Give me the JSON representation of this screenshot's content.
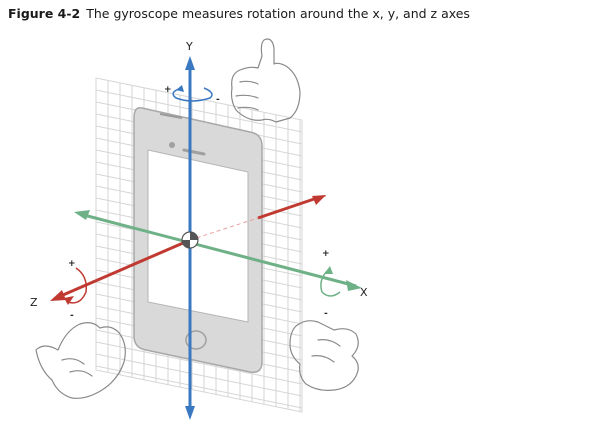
{
  "figure": {
    "number": "Figure 4-2",
    "caption": "The gyroscope measures rotation around the x, y, and z axes"
  },
  "axes": {
    "y": {
      "label": "Y",
      "color": "#3a78c2",
      "plus": "+",
      "minus": "-"
    },
    "x": {
      "label": "X",
      "color": "#6fb187",
      "plus": "+",
      "minus": "-"
    },
    "z": {
      "label": "Z",
      "color": "#c03a32",
      "plus": "+",
      "minus": "-"
    }
  },
  "colors": {
    "grid": "#d6d6d6",
    "device_body": "#d9d9d9",
    "device_edge": "#a8a8a8",
    "screen": "#ffffff",
    "hand_outline": "#8a8a8a"
  }
}
